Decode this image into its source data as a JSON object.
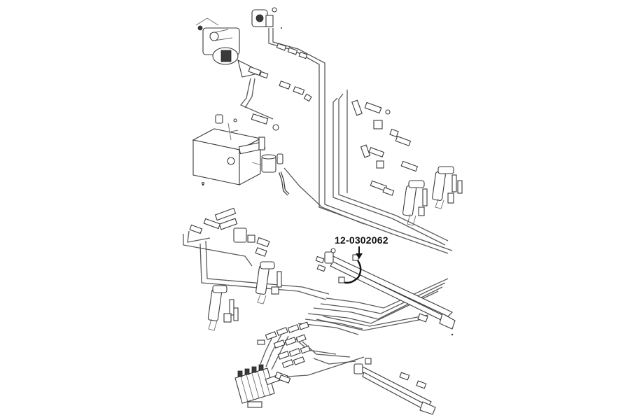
{
  "callout": {
    "part_number": "12-0302062"
  },
  "colors": {
    "line": "#5a5a5a",
    "ink": "#111111",
    "background": "#ffffff"
  },
  "components": [
    "pump-assembly",
    "swivel-coupling",
    "hydraulic-tank",
    "filter",
    "suction-hose",
    "tee-fitting",
    "hydraulic-cylinder-left-1",
    "hydraulic-cylinder-left-2",
    "hydraulic-cylinder-right-1",
    "hydraulic-cylinder-right-2",
    "long-cylinder-middle",
    "long-cylinder-bottom",
    "control-valve-bank",
    "highlighted-hose"
  ]
}
